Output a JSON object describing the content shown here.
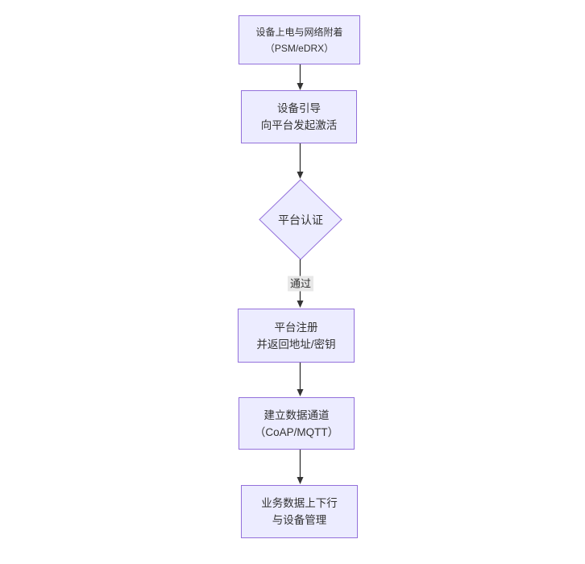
{
  "diagram": {
    "type": "flowchart",
    "direction": "top-down",
    "nodes": [
      {
        "id": "A",
        "shape": "rect",
        "line1": "设备上电与网络附着",
        "line2": "（PSM/eDRX）"
      },
      {
        "id": "B",
        "shape": "rect",
        "line1": "设备引导",
        "line2": "向平台发起激活"
      },
      {
        "id": "C",
        "shape": "diamond",
        "line1": "平台认证",
        "line2": ""
      },
      {
        "id": "D",
        "shape": "rect",
        "line1": "平台注册",
        "line2": "并返回地址/密钥"
      },
      {
        "id": "E",
        "shape": "rect",
        "line1": "建立数据通道",
        "line2": "（CoAP/MQTT）"
      },
      {
        "id": "F",
        "shape": "rect",
        "line1": "业务数据上下行",
        "line2": "与设备管理"
      }
    ],
    "edges": [
      {
        "from": "A",
        "to": "B",
        "label": ""
      },
      {
        "from": "B",
        "to": "C",
        "label": ""
      },
      {
        "from": "C",
        "to": "D",
        "label": "通过"
      },
      {
        "from": "D",
        "to": "E",
        "label": ""
      },
      {
        "from": "E",
        "to": "F",
        "label": ""
      }
    ],
    "colors": {
      "node_fill": "#ECECFF",
      "node_border": "#9370DB",
      "text": "#333333",
      "edge": "#333333",
      "edge_label_bg": "#e8e8e8",
      "background": "#ffffff"
    }
  }
}
